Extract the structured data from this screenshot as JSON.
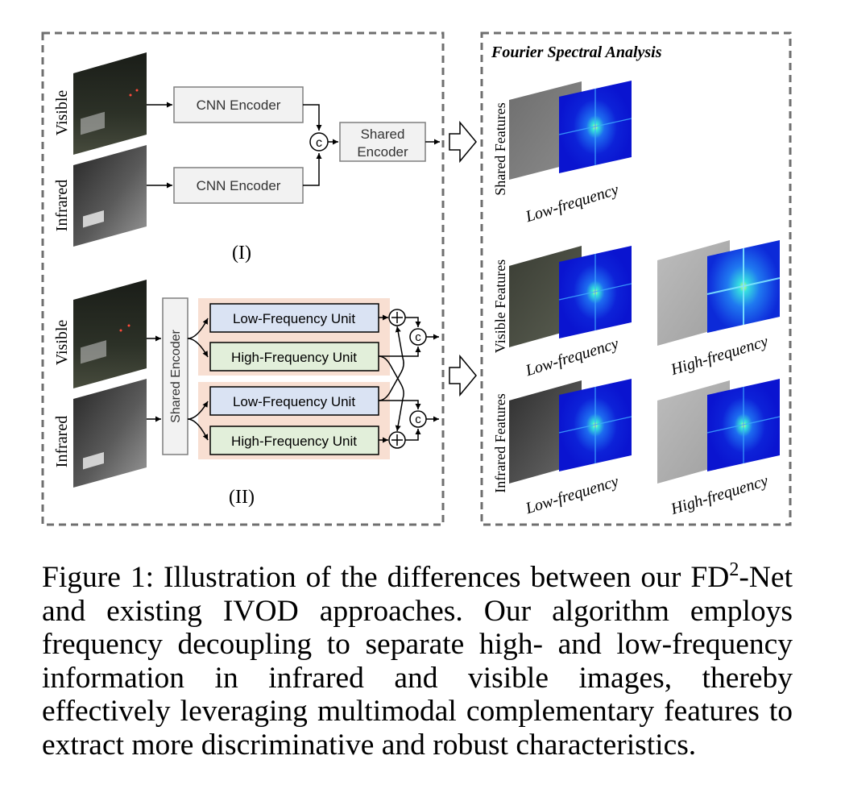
{
  "panel_i": {
    "label": "(I)",
    "visible_label": "Visible",
    "infrared_label": "Infrared",
    "cnn_encoder_top": "CNN Encoder",
    "cnn_encoder_bottom": "CNN Encoder",
    "shared_encoder_line1": "Shared",
    "shared_encoder_line2": "Encoder",
    "concat_symbol": "c"
  },
  "panel_ii": {
    "label": "(II)",
    "visible_label": "Visible",
    "infrared_label": "Infrared",
    "shared_encoder": "Shared Encoder",
    "low_unit_top": "Low-Frequency Unit",
    "high_unit_top": "High-Frequency Unit",
    "low_unit_bottom": "Low-Frequency Unit",
    "high_unit_bottom": "High-Frequency Unit",
    "concat_symbol": "c"
  },
  "spectral": {
    "title": "Fourier Spectral Analysis",
    "shared_features": "Shared Features",
    "visible_features": "Visible Features",
    "infrared_features": "Infrared Features",
    "low_freq_1": "Low-frequency",
    "low_freq_2": "Low-frequency",
    "high_freq_2": "High-frequency",
    "low_freq_3": "Low-frequency",
    "high_freq_3": "High-frequency"
  },
  "colors": {
    "low_unit_fill": "#dae3f3",
    "high_unit_fill": "#e2efda",
    "unit_group_bg": "#f8dfd2",
    "encoder_fill": "#f2f2f2",
    "spectrum_blue": "#0a14d8"
  },
  "caption": {
    "prefix": "Figure 1: Illustration of the differences between our FD",
    "superscript": "2",
    "body": "-Net and existing IVOD approaches. Our algorithm employs frequency decoupling to separate high- and low-frequency information in infrared and visible images, thereby effectively leveraging multimodal complementary features to extract more discriminative and robust characteristics."
  }
}
